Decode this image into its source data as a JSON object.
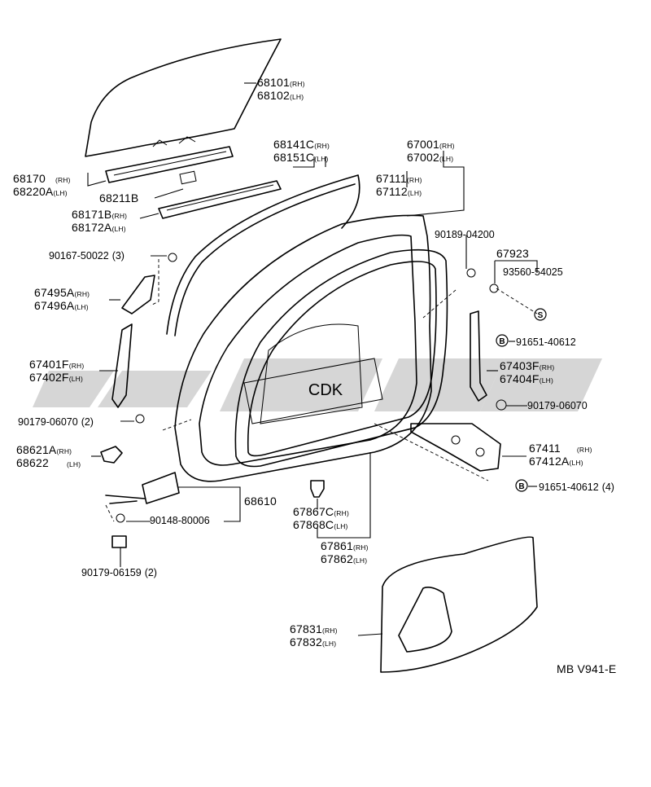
{
  "diagram_code": "MB V941-E",
  "watermark_text": "CDK",
  "callouts": [
    {
      "lines": [
        {
          "num": "68101",
          "side": "(RH)"
        },
        {
          "num": "68102",
          "side": "(LH)"
        }
      ]
    },
    {
      "lines": [
        {
          "num": "68141C",
          "side": "(RH)"
        },
        {
          "num": "68151C",
          "side": "(LH)"
        }
      ]
    },
    {
      "lines": [
        {
          "num": "67001",
          "side": "(RH)"
        },
        {
          "num": "67002",
          "side": "(LH)"
        }
      ]
    },
    {
      "lines": [
        {
          "num": "67111",
          "side": "(RH)"
        },
        {
          "num": "67112",
          "side": "(LH)"
        }
      ]
    },
    {
      "lines": [
        {
          "num": "68170",
          "side": "(RH)"
        },
        {
          "num": "68220A",
          "side": "(LH)"
        }
      ]
    },
    {
      "lines": [
        {
          "num": "68211B",
          "side": ""
        }
      ]
    },
    {
      "lines": [
        {
          "num": "68171B",
          "side": "(RH)"
        },
        {
          "num": "68172A",
          "side": "(LH)"
        }
      ]
    },
    {
      "lines": [
        {
          "num": "90189-04200",
          "side": ""
        }
      ]
    },
    {
      "lines": [
        {
          "num": "67923",
          "side": ""
        }
      ]
    },
    {
      "lines": [
        {
          "num": "93560-54025",
          "side": ""
        }
      ]
    },
    {
      "lines": [
        {
          "num": "90167-50022",
          "side": "(3)"
        }
      ]
    },
    {
      "lines": [
        {
          "num": "67495A",
          "side": "(RH)"
        },
        {
          "num": "67496A",
          "side": "(LH)"
        }
      ]
    },
    {
      "lines": [
        {
          "num": "91651-40612",
          "side": ""
        }
      ]
    },
    {
      "lines": [
        {
          "num": "67401F",
          "side": "(RH)"
        },
        {
          "num": "67402F",
          "side": "(LH)"
        }
      ]
    },
    {
      "lines": [
        {
          "num": "67403F",
          "side": "(RH)"
        },
        {
          "num": "67404F",
          "side": "(LH)"
        }
      ]
    },
    {
      "lines": [
        {
          "num": "90179-06070",
          "side": ""
        }
      ]
    },
    {
      "lines": [
        {
          "num": "90179-06070",
          "side": "(2)"
        }
      ]
    },
    {
      "lines": [
        {
          "num": "68621A",
          "side": "(RH)"
        },
        {
          "num": "68622",
          "side": "(LH)"
        }
      ]
    },
    {
      "lines": [
        {
          "num": "67411",
          "side": "(RH)"
        },
        {
          "num": "67412A",
          "side": "(LH)"
        }
      ]
    },
    {
      "lines": [
        {
          "num": "91651-40612",
          "side": "(4)"
        }
      ]
    },
    {
      "lines": [
        {
          "num": "68610",
          "side": ""
        }
      ]
    },
    {
      "lines": [
        {
          "num": "90148-80006",
          "side": ""
        }
      ]
    },
    {
      "lines": [
        {
          "num": "67867C",
          "side": "(RH)"
        },
        {
          "num": "67868C",
          "side": "(LH)"
        }
      ]
    },
    {
      "lines": [
        {
          "num": "67861",
          "side": "(RH)"
        },
        {
          "num": "67862",
          "side": "(LH)"
        }
      ]
    },
    {
      "lines": [
        {
          "num": "90179-06159",
          "side": "(2)"
        }
      ]
    },
    {
      "lines": [
        {
          "num": "67831",
          "side": "(RH)"
        },
        {
          "num": "67832",
          "side": "(LH)"
        }
      ]
    }
  ],
  "symbols": {
    "bolt": "B",
    "screw": "S"
  }
}
